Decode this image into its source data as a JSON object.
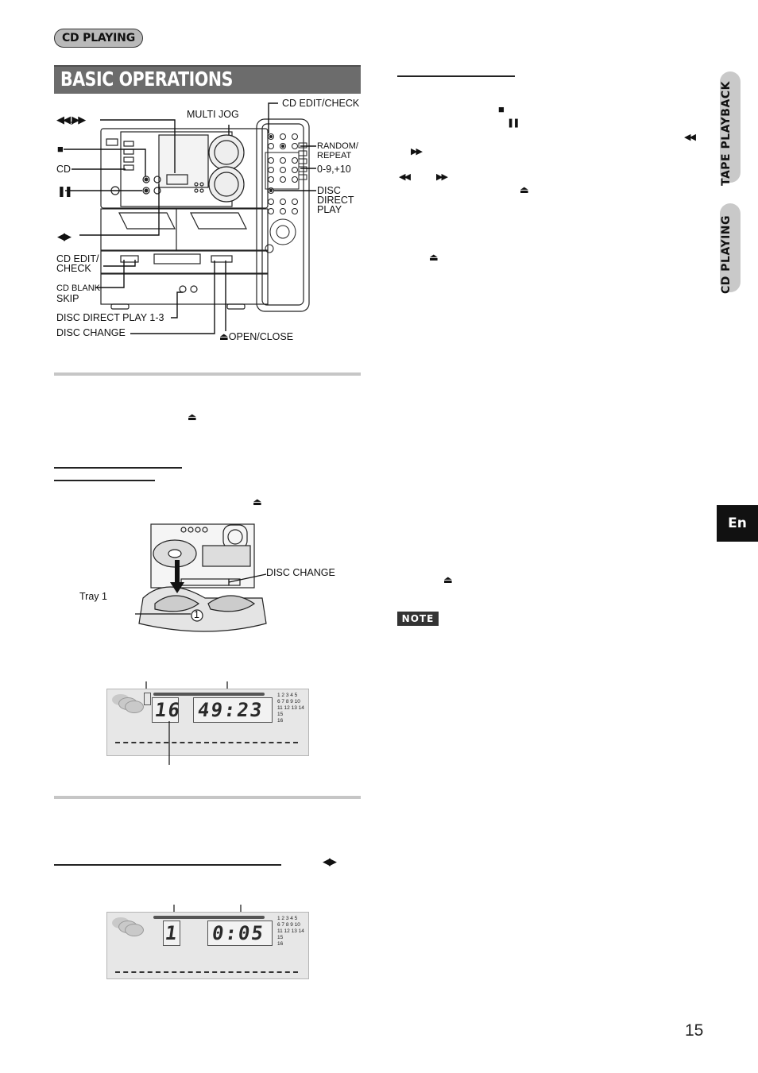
{
  "header": {
    "section_label": "CD PLAYING",
    "title": "BASIC OPERATIONS"
  },
  "side_tabs": {
    "tape_playback": "TAPE PLAYBACK",
    "cd_playing": "CD PLAYING",
    "language": "En"
  },
  "diagram_main": {
    "labels": {
      "rew_ff": "◀◀ ,▶▶",
      "stop": "■",
      "cd": "CD",
      "pause": "❚❚",
      "play": "◀▶",
      "multi_jog": "MULTI JOG",
      "cd_edit_check_top": "CD EDIT/CHECK",
      "random_repeat_1": "RANDOM/",
      "random_repeat_2": "REPEAT",
      "keys": "0-9,+10",
      "disc_direct_1": "DISC",
      "disc_direct_2": "DIRECT",
      "disc_direct_3": "PLAY",
      "cd_edit_check_left_1": "CD EDIT/",
      "cd_edit_check_left_2": "CHECK",
      "cd_blank_skip_1": "CD BLANK",
      "cd_blank_skip_2": "SKIP",
      "disc_direct_play": "DISC DIRECT PLAY 1-3",
      "disc_change": "DISC CHANGE",
      "open_close": "⏏OPEN/CLOSE"
    }
  },
  "diagram_tray": {
    "disc_change": "DISC CHANGE",
    "tray": "Tray 1",
    "tray_num": "1"
  },
  "display_1": {
    "track": "16",
    "time": "49:23",
    "grid": [
      "1 2 3 4 5",
      "6 7 8 9 10",
      "11 12 13 14 15",
      "16"
    ]
  },
  "display_2": {
    "track": "1",
    "time": "0:05",
    "grid": [
      "1 2 3 4 5",
      "6 7 8 9 10",
      "11 12 13 14 15",
      "16"
    ]
  },
  "inline_symbols": {
    "eject": "⏏",
    "stop": "■",
    "pause": "❚❚",
    "rew": "◀◀",
    "ff": "▶▶",
    "play": "◀▶"
  },
  "note_label": "NOTE",
  "page_number": "15"
}
